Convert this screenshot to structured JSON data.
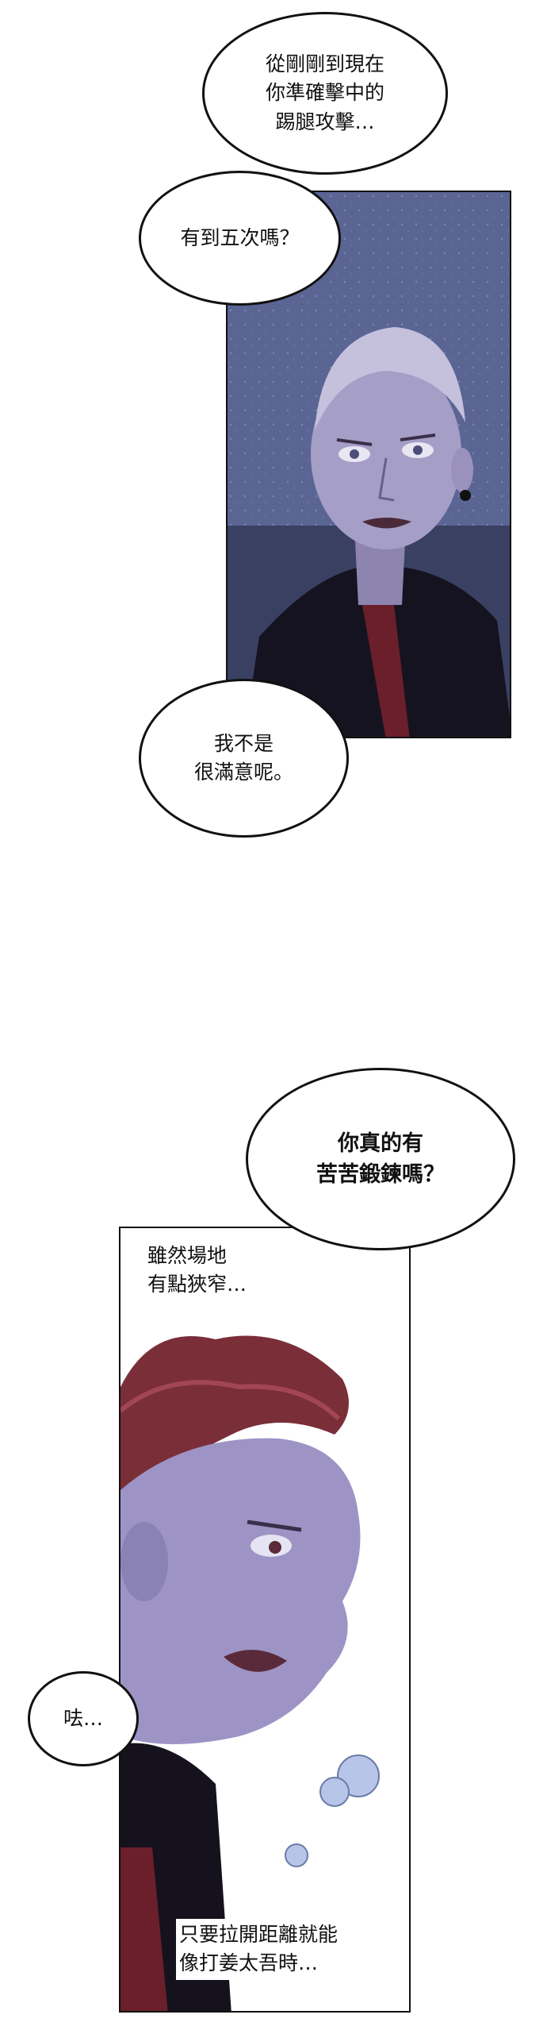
{
  "panel1": {
    "bubbles": [
      "從剛剛到現在\n你準確擊中的\n踢腿攻擊…",
      "有到五次嗎？",
      "我不是\n很滿意呢。"
    ]
  },
  "panel2": {
    "bubble_question": "你真的有\n苦苦鍛鍊嗎？",
    "caption_top": "雖然場地\n有點狹窄…",
    "bubble_side": "呿…",
    "caption_bottom": "只要拉開距離就能\n像打姜太吾時…"
  }
}
